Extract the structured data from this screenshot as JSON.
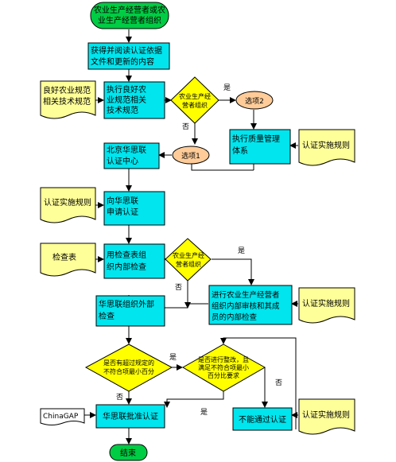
{
  "start": [
    "农业生产经营者或农",
    "业生产经营者组织"
  ],
  "step_read": [
    "获得并阅读认证依据",
    "文件和更新的内容"
  ],
  "doc_gap": [
    "良好农业规范",
    "相关技术规范"
  ],
  "step_execute_gap": [
    "执行良好农",
    "业规范相关",
    "技术规范"
  ],
  "decision_org_type": [
    "农业生产经",
    "营者组织"
  ],
  "option2": "选项2",
  "option1": "选项1",
  "step_quality": [
    "执行质量管理",
    "体系"
  ],
  "doc_rules_1": "认证实施规则",
  "beijing": [
    "北京华思联",
    "认证中心"
  ],
  "doc_rules_2": "认证实施规则",
  "step_apply": [
    "向华思联",
    "申请认证"
  ],
  "checklist": "检查表",
  "step_internal_check": [
    "用检查表组",
    "织内部检查"
  ],
  "decision_org_type_2": [
    "农业生产经",
    "营者组织"
  ],
  "step_internal_audit": [
    "进行农业生产经营者",
    "组织内部审核和其成",
    "员的内部检查"
  ],
  "doc_rules_3": "认证实施规则",
  "step_external_check": [
    "华思联组织外部",
    "检查"
  ],
  "decision_exceed": [
    "是否有超过规定的",
    "不符合项最小百分"
  ],
  "decision_rectify": [
    "是否进行整改，且",
    "满足不符合项最小",
    "百分比要求"
  ],
  "doc_chinagap": "ChinaGAP",
  "step_approve": "华思联批准认证",
  "step_fail": "不能通过认证",
  "doc_rules_4": "认证实施规则",
  "end": "结束",
  "labels": {
    "yes": "是",
    "no": "否"
  },
  "colors": {
    "process": "#00e5ee",
    "decision": "#ffff00",
    "document": "#ffff99",
    "option": "#ffcc99",
    "terminal": "#00cc44",
    "line": "#000000"
  }
}
